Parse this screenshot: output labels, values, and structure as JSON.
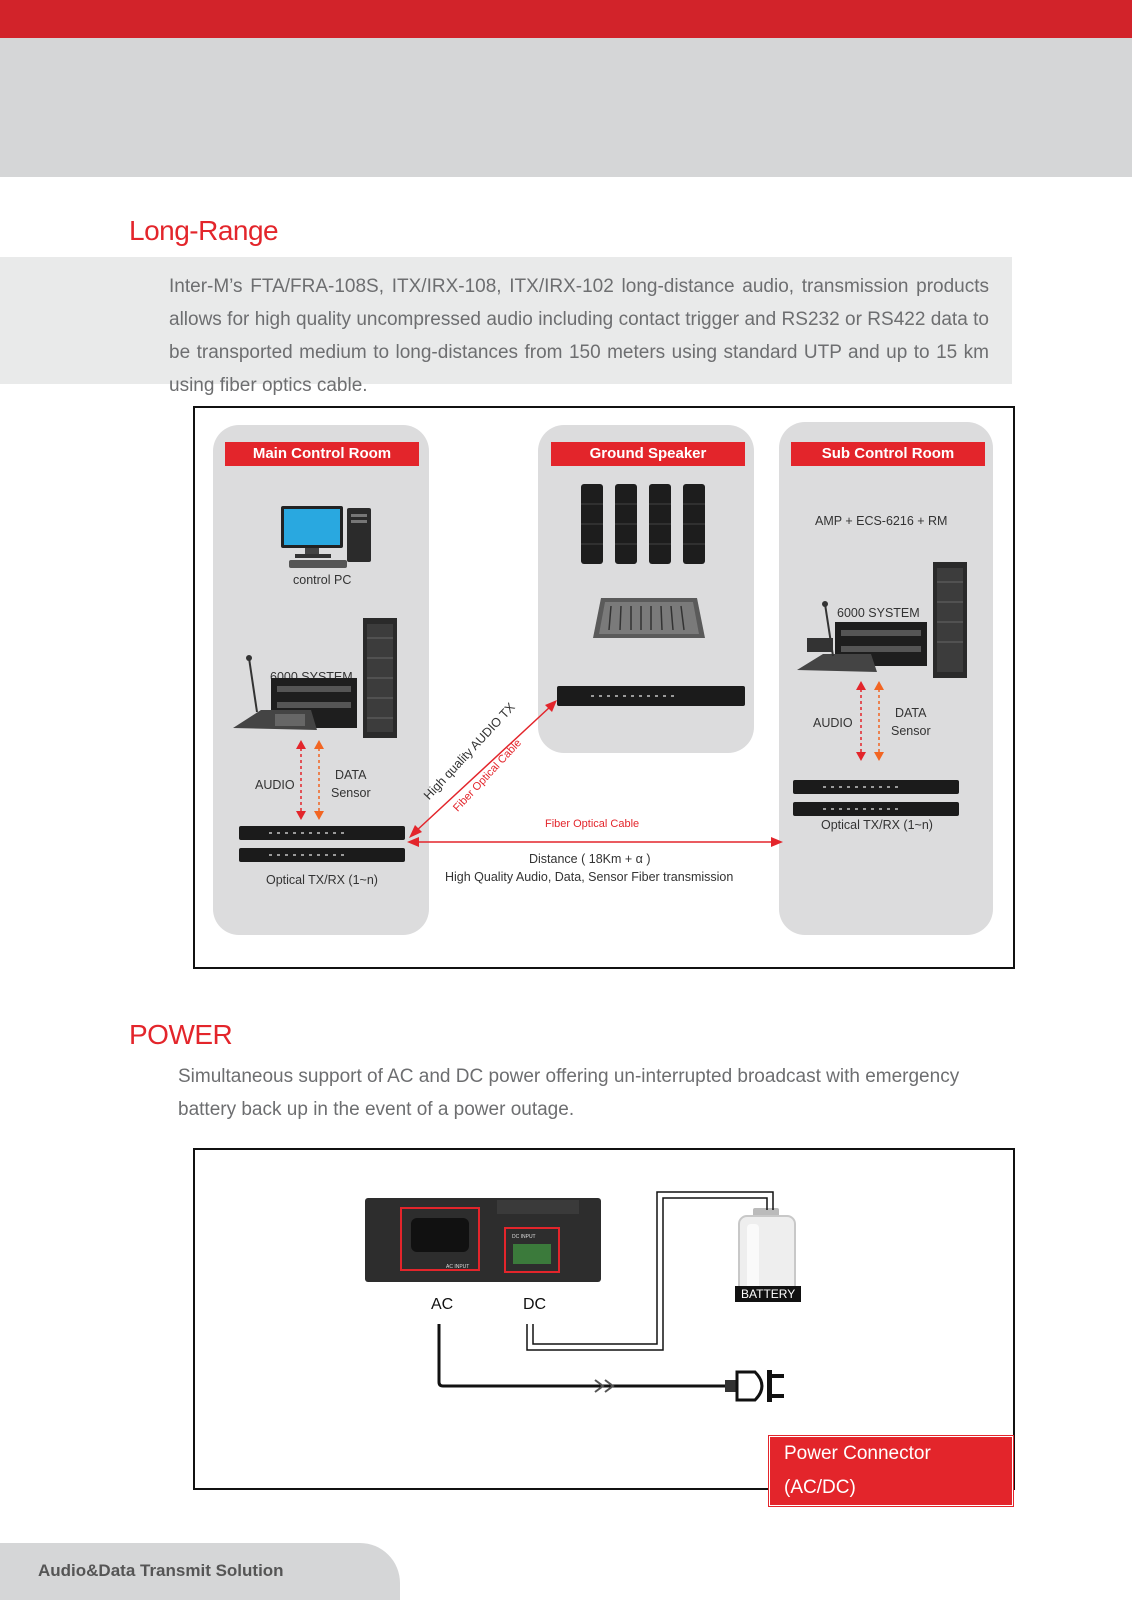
{
  "sections": {
    "long_range": {
      "title": "Long-Range",
      "description": "Inter-M’s FTA/FRA-108S, ITX/IRX-108, ITX/IRX-102 long-distance audio, transmission products allows for high quality uncompressed audio including contact trigger and RS232 or RS422 data to be transported medium to long-distances from 150 meters using standard UTP and up to 15 km using fiber optics cable."
    },
    "power": {
      "title": "POWER",
      "description": "Simultaneous support of AC and DC power offering un-interrupted broadcast with emergency battery back up in the event of a power outage."
    }
  },
  "diagram_long_range": {
    "main_room": {
      "label": "Main Control Room",
      "pc_label": "control PC",
      "system_label": "6000  SYSTEM",
      "audio_label": "AUDIO",
      "data_label": "DATA",
      "sensor_label": "Sensor",
      "optical_label": "Optical  TX/RX  (1~n)"
    },
    "ground": {
      "label": "Ground Speaker",
      "audio_tx_label": "High quality AUDIO TX",
      "fiber_label": "Fiber  Optical  Cable"
    },
    "sub_room": {
      "label": "Sub Control Room",
      "amp_label": "AMP  +  ECS-6216  +  RM",
      "system_label": "6000  SYSTEM",
      "audio_label": "AUDIO",
      "data_label": "DATA",
      "sensor_label": "Sensor",
      "optical_label": "Optical  TX/RX  (1~n)"
    },
    "link": {
      "cable_label": "Fiber   Optical  Cable",
      "distance_label": "Distance  (  18Km  +  α   )",
      "transmission_label": "High  Quality  Audio,  Data,  Sensor  Fiber  transmission"
    }
  },
  "diagram_power": {
    "ac_label": "AC",
    "dc_label": "DC",
    "battery_label": "BATTERY",
    "ac_input_label": "AC INPUT",
    "dc_input_label": "DC INPUT",
    "connector_label": "Power Connector (AC/DC)"
  },
  "footer": {
    "title": "Audio&Data Transmit Solution"
  },
  "colors": {
    "accent": "#e3252b",
    "header_grey": "#d5d6d7",
    "room_grey": "#dcdcdd",
    "arrow_orange": "#f26522"
  }
}
